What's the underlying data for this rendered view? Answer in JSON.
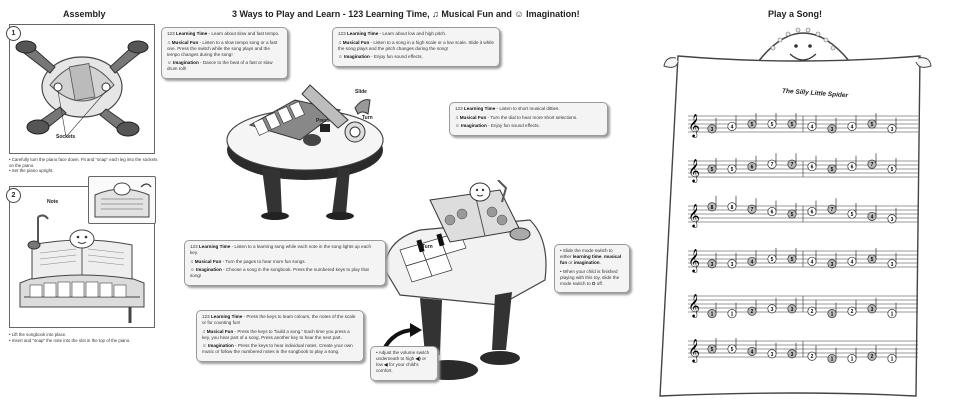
{
  "headers": {
    "assembly": "Assembly",
    "ways_prefix": "3 Ways to Play and Learn - ",
    "ways_t1": "Learning Time, ",
    "ways_t2": "Musical Fun and ",
    "ways_t3": "Imagination!",
    "song": "Play a Song!"
  },
  "assembly": {
    "step1_num": "1",
    "step1_label": "Sockets",
    "step1_text_1": "• Carefully turn the piano face down. Fit and “snap” each leg into the sockets on the piano.",
    "step1_text_2": "• Set the piano upright.",
    "step2_num": "2",
    "step2_label": "Note",
    "step2_text_1": "• Lift the songbook into place.",
    "step2_text_2": "• Insert and “snap” the note into the slot in the top of the piano."
  },
  "labels": {
    "slide": "Slide",
    "turn_top": "Turn",
    "press": "Press",
    "turn_bottom": "Turn"
  },
  "notes": {
    "n1": {
      "t1": "Learning Time",
      "d1": " - Learn about slow and fast tempo.",
      "t2": "Musical Fun",
      "d2": " - Listen to a slow tempo song or a fast one. Press the switch while the song plays and the tempo changes during the song!",
      "t3": "Imagination",
      "d3": " - Dance to the beat of a fast or slow drum roll!"
    },
    "n2": {
      "t1": "Learning Time",
      "d1": " - Learn about low and high pitch.",
      "t2": "Musical Fun",
      "d2": " - Listen to a song in a high scale or a low scale. Slide it while the song plays and the pitch changes during the song!",
      "t3": "Imagination",
      "d3": " - Enjoy fun sound effects."
    },
    "n3": {
      "t1": "Learning Time",
      "d1": " - Listen to short musical ditties.",
      "t2": "Musical Fun",
      "d2": " - Turn the dial to hear more short selections.",
      "t3": "Imagination",
      "d3": " - Enjoy fun sound effects."
    },
    "n4": {
      "t1": "Learning Time",
      "d1": " - Listen to a learning song while each note in the song lights up each key.",
      "t2": "Musical Fun",
      "d2": " - Turn the pages to hear more fun songs.",
      "t3": "Imagination",
      "d3": " - Choose a song in the songbook. Press the numbered keys to play that song!"
    },
    "n5": {
      "t1": "Learning Time",
      "d1": " - Press the keys to learn colours, the notes of the scale or for counting fun!",
      "t2": "Musical Fun",
      "d2": " - Press the keys to “build a song.” Each time you press a key, you hear part of a song. Press another key to hear the next part.",
      "t3": "Imagination",
      "d3": " - Press the keys to hear individual notes. Create your own music or follow the numbered notes in the songbook to play a song."
    },
    "n6": {
      "l1": "• Slide the mode switch to either ",
      "k1": "learning time",
      "l2": ", ",
      "k2": "musical fun",
      "l3": " or ",
      "k3": "imagination",
      "l4": ".",
      "l5": "• When your child is finished playing with this toy, slide the mode switch to ",
      "k4": "O",
      "l6": " off."
    },
    "n7": {
      "l1": "• Adjust the volume switch underneath to high ",
      "k1": "◀)",
      "l2": " or low ",
      "k2": "◀",
      "l3": " for your child’s comfort."
    }
  },
  "songbook": {
    "title": "The Silly Little Spider",
    "staves": [
      [
        "3",
        "4",
        "5",
        "5",
        "5",
        "4",
        "3",
        "4",
        "5",
        "3"
      ],
      [
        "5",
        "5",
        "6",
        "7",
        "7",
        "6",
        "5",
        "6",
        "7",
        "5"
      ],
      [
        "8",
        "8",
        "7",
        "6",
        "5",
        "6",
        "7",
        "5",
        "4",
        "3"
      ],
      [
        "3",
        "3",
        "4",
        "5",
        "5",
        "4",
        "3",
        "4",
        "5",
        "3"
      ],
      [
        "1",
        "1",
        "2",
        "3",
        "3",
        "2",
        "1",
        "2",
        "3",
        "1"
      ],
      [
        "5",
        "5",
        "4",
        "3",
        "3",
        "2",
        "1",
        "1",
        "2",
        "1"
      ]
    ]
  }
}
